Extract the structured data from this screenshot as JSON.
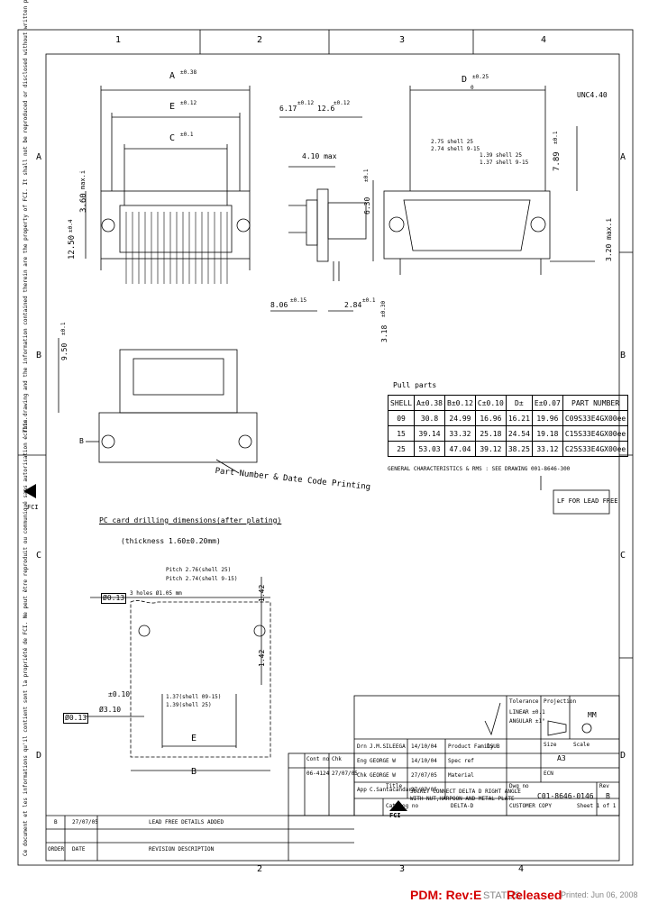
{
  "grid": {
    "top_cols": [
      "1",
      "2",
      "3",
      "4"
    ],
    "bottom_cols": [
      "2",
      "3",
      "4"
    ],
    "rows_right": [
      "A",
      "B",
      "C",
      "D"
    ],
    "rows_left": [
      "A",
      "B",
      "C",
      "D"
    ]
  },
  "front_view": {
    "dim_a": "A",
    "dim_a_tol": "±0.38",
    "dim_e": "E",
    "dim_e_tol": "±0.12",
    "dim_c": "C",
    "dim_c_tol": "±0.1",
    "dim_height": "12.50",
    "dim_height_tol": "±0.4",
    "dim_360": "3.60",
    "dim_max": "max.i"
  },
  "side_view": {
    "d617": "6.17",
    "d617_tol": "±0.12",
    "d126": "12.6",
    "d126_tol": "±0.12",
    "d410": "4.10 max",
    "d630": "6.30",
    "d630_tol": "±0.1",
    "d806": "8.06",
    "d806_tol": "±0.15",
    "d284": "2.84",
    "d284_tol": "±0.1",
    "d318": "3.18",
    "d318_tol": "±0.30"
  },
  "rear_view": {
    "dim_d": "D",
    "dim_d_tol": "±0.25",
    "dim_d_sub": "0",
    "unc": "UNC4.40",
    "d789": "7.89",
    "d789_tol": "±0.1",
    "d320": "3.20 max.i",
    "pitch1": "2.75 shell 25",
    "pitch2": "2.74 shell 9-15",
    "pitch3": "1.39 shell 25",
    "pitch4": "1.37 shell 9-15"
  },
  "top_view": {
    "d950": "9.50",
    "d950_tol": "±0.1",
    "dim_b": "B",
    "callout": "Part Number & Date Code Printing"
  },
  "parts": {
    "title": "Pull parts",
    "headers": [
      "SHELL",
      "A±0.38",
      "B±0.12",
      "C±0.10",
      "D±",
      "E±0.07",
      "PART NUMBER"
    ],
    "rows": [
      [
        "09",
        "30.8",
        "24.99",
        "16.96",
        "16.21",
        "19.96",
        "C09S33E4GX00ee"
      ],
      [
        "15",
        "39.14",
        "33.32",
        "25.18",
        "24.54",
        "19.18",
        "C15S33E4GX00ee"
      ],
      [
        "25",
        "53.03",
        "47.04",
        "39.12",
        "38.25",
        "33.12",
        "C25S33E4GX00ee"
      ]
    ],
    "note": "GENERAL CHARACTERISTICS & RMS : SEE DRAWING 001-8646-300",
    "lf_box": "LF FOR LEAD FREE"
  },
  "pcb": {
    "title": "PC card drilling dimensions(after plating)",
    "thickness": "(thickness 1.60±0.20mm)",
    "pitch_a": "Pitch 2.76(shell 25)",
    "pitch_b": "Pitch 2.74(shell 9-15)",
    "holes": "3 holes Ø1.05 mm",
    "d013": "Ø0.13",
    "d142_top": "1.42",
    "d142_bot": "1.42",
    "d010": "±0.10",
    "d013b": "Ø0.13",
    "d310": "Ø3.10",
    "p137": "1.37(shell 09-15)",
    "p139": "1.39(shell 25)",
    "dim_e": "E",
    "dim_b": "B"
  },
  "titleblock": {
    "tolerance_label": "Tolerance",
    "tolerance_lin": "LINEAR ±0.1",
    "tolerance_ang": "ANGULAR ±1°",
    "projection_label": "Projection",
    "mm": "MM",
    "size_label": "Size",
    "size_val": "A3",
    "scale_label": "Scale",
    "ecn_label": "ECN",
    "rows": [
      {
        "role": "Drn",
        "name": "J.M.SILEEGA",
        "date": "14/10/04"
      },
      {
        "role": "Eng",
        "name": "GEORGE W",
        "date": "14/10/04"
      },
      {
        "role": "Chk",
        "name": "GEORGE W",
        "date": "27/07/05"
      },
      {
        "role": "App",
        "name": "C.Santacandara",
        "date": "27/07/05"
      }
    ],
    "product_family_label": "Product Family",
    "product_family_val": "DSUB",
    "spec_ref": "Spec ref",
    "material": "Material",
    "title_label": "Title",
    "title_line1": "SOCKET CONNECT DELTA D RIGHT ANGLE",
    "title_line2": "WITH NUT,HARPOON AND METAL PLATE",
    "dwg_label": "Dwg no",
    "dwg_no": "C01-8646-0146",
    "rev_label": "Rev",
    "rev_val": "B",
    "catalog_label": "Catalog no",
    "catalog_val": "DELTA-D",
    "customer_copy": "CUSTOMER COPY",
    "sheet": "Sheet 1 of 1",
    "logo_text": "FCI"
  },
  "revisions": {
    "header_a": "Cont no",
    "header_b": "Chk",
    "row_b": {
      "a": "06-4124",
      "b": "27/07/05"
    },
    "entries": [
      {
        "rev": "B",
        "date": "27/07/05",
        "desc": "LEAD FREE DETAILS ADDED"
      }
    ],
    "col_rev": "ORDER",
    "col_date": "DATE",
    "col_desc": "REVISION DESCRIPTION"
  },
  "side_notes": {
    "note1": "This drawing and the information contained therein are the property of FCI. It shall not be reproduced or disclosed without written permission.",
    "note2": "Ce document et les informations qu'il contient sont la propriété de FCI. Ne peut être reproduit ou communiqué sans autorisation écrite.",
    "logo": "FCI"
  },
  "footer": {
    "pdm": "PDM: Rev:E",
    "status_label": "STATUS",
    "status_val": "Released",
    "printed": "Printed: Jun 06, 2008"
  }
}
